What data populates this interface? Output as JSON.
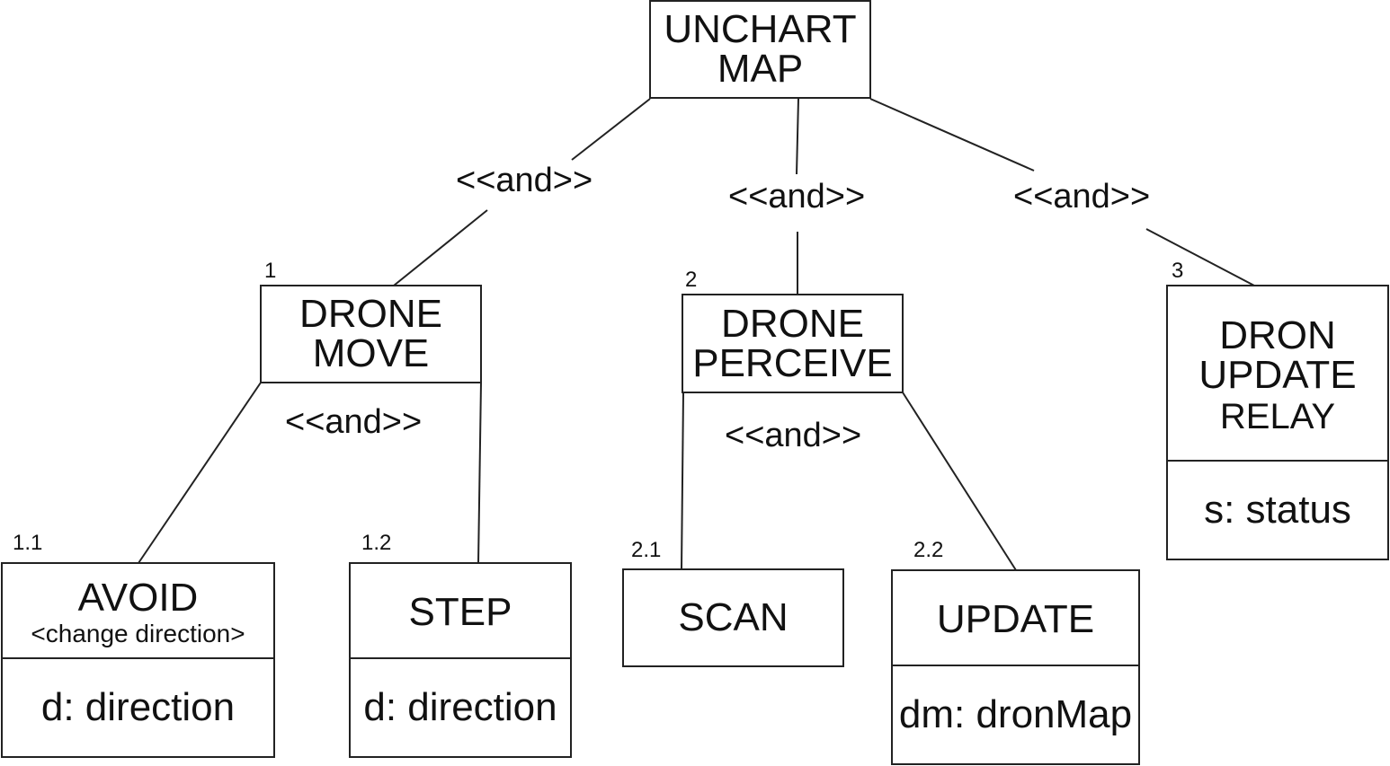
{
  "root": {
    "line1": "UNCHART",
    "line2": "MAP"
  },
  "and_label": "<<and>>",
  "nodes": {
    "n1": {
      "num": "1",
      "line1": "DRONE",
      "line2": "MOVE"
    },
    "n2": {
      "num": "2",
      "line1": "DRONE",
      "line2": "PERCEIVE"
    },
    "n3": {
      "num": "3",
      "line1": "DRON",
      "line2": "UPDATE",
      "line3": "RELAY",
      "attr": "s: status"
    },
    "n11": {
      "num": "1.1",
      "line1": "AVOID",
      "note": "<change direction>",
      "attr": "d: direction"
    },
    "n12": {
      "num": "1.2",
      "line1": "STEP",
      "attr": "d: direction"
    },
    "n21": {
      "num": "2.1",
      "line1": "SCAN"
    },
    "n22": {
      "num": "2.2",
      "line1": "UPDATE",
      "attr": "dm: dronMap"
    }
  }
}
